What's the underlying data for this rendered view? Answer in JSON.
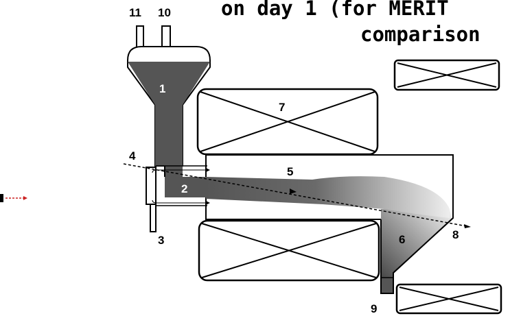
{
  "title": {
    "line1": "on day 1 (for MERIT",
    "line2": "comparison"
  },
  "labels": {
    "l1": "1",
    "l2": "2",
    "l3": "3",
    "l4": "4",
    "l5": "5",
    "l6": "6",
    "l7": "7",
    "l8": "8",
    "l9": "9",
    "l10": "10",
    "l11": "11"
  },
  "colors": {
    "dark_fill": "#555555",
    "outline": "#000000",
    "arrow_red": "#cc2222"
  }
}
